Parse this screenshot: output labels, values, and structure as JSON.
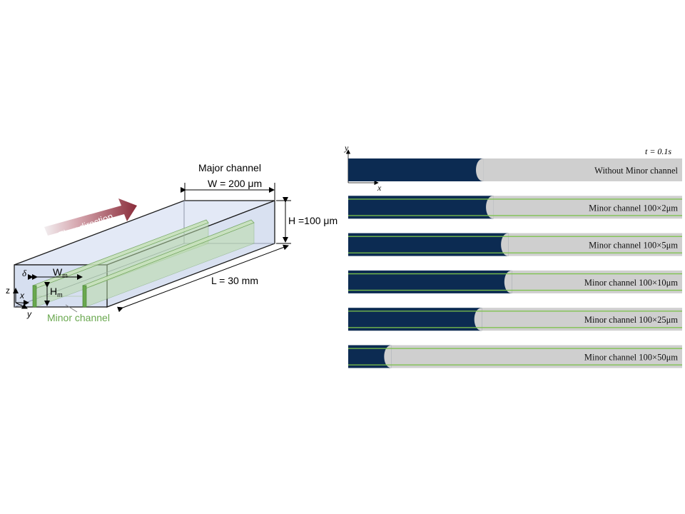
{
  "schematic": {
    "flow_direction": "Flow direction",
    "major_channel": "Major channel",
    "width_label": "W = 200 μm",
    "height_label": "H =100 μm",
    "length_label": "L = 30 mm",
    "minor_channel": "Minor channel",
    "wm_label": "W",
    "wm_sub": "m",
    "hm_label": "H",
    "hm_sub": "m",
    "delta_label": "δ",
    "axes": {
      "z": "z",
      "x": "x",
      "y": "y"
    },
    "colors": {
      "box": "#dde6f5",
      "minor": "#8ec27a",
      "arrow": "#8b2d3b"
    }
  },
  "simulation": {
    "time_label": "t = 0.1s",
    "axes": {
      "x": "x",
      "y": "y"
    },
    "colors": {
      "fluid_dark": "#0c2b52",
      "fluid_light": "#cfcfcf",
      "minor_line": "#7cc24a"
    },
    "rows": [
      {
        "label": "Without Minor channel",
        "front": 0.405,
        "has_minor": false
      },
      {
        "label": "Minor channel 100×2μm",
        "front": 0.435,
        "has_minor": true
      },
      {
        "label": "Minor channel 100×5μm",
        "front": 0.48,
        "has_minor": true
      },
      {
        "label": "Minor channel 100×10μm",
        "front": 0.49,
        "has_minor": true
      },
      {
        "label": "Minor channel 100×25μm",
        "front": 0.4,
        "has_minor": true
      },
      {
        "label": "Minor channel 100×50μm",
        "front": 0.13,
        "has_minor": true
      }
    ]
  }
}
